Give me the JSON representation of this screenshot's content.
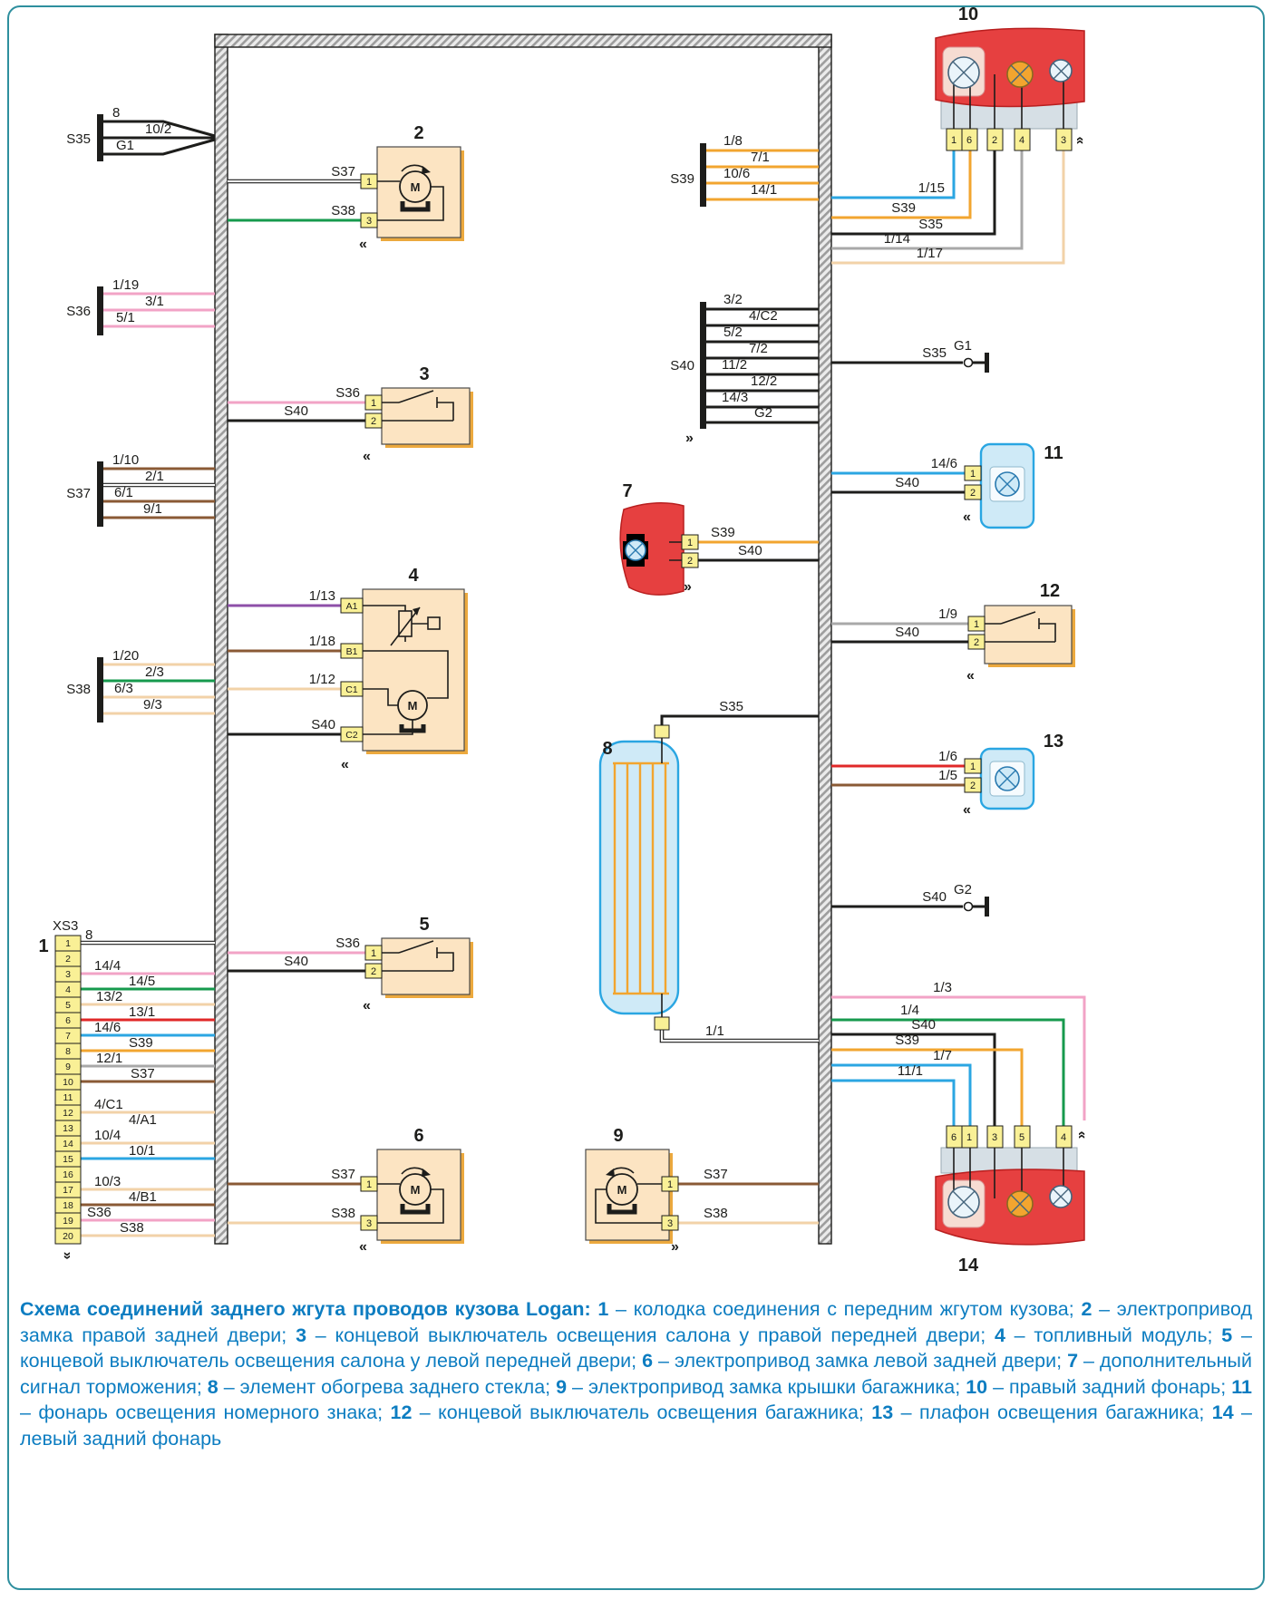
{
  "colors": {
    "frame": "#2e8f9e",
    "caption_text": "#0d7dc1",
    "wire_black": "#1d1d1b",
    "wire_pink": "#f2a3c6",
    "wire_green": "#169a4d",
    "wire_beige": "#f2d2a8",
    "wire_orange": "#f2a52f",
    "wire_blue": "#2ba6e2",
    "wire_red": "#e02828",
    "wire_brown": "#8a5a35",
    "wire_gray": "#a8a8a8",
    "wire_purple": "#8d4fa8",
    "component_fill": "#fce4c2",
    "pin_fill": "#f9f096",
    "lamp_box_fill": "#cfeaf7",
    "tail_light_red": "#e64040"
  },
  "sym": {
    "l": "«",
    "r": "»",
    "m": "M"
  },
  "left_connectors": {
    "s35": {
      "label": "S35",
      "pins": [
        "8",
        "10/2",
        "G1"
      ]
    },
    "s36": {
      "label": "S36",
      "pins": [
        "1/19",
        "3/1",
        "5/1"
      ]
    },
    "s37": {
      "label": "S37",
      "pins": [
        "1/10",
        "2/1",
        "6/1",
        "9/1"
      ]
    },
    "s38": {
      "label": "S38",
      "pins": [
        "1/20",
        "2/3",
        "6/3",
        "9/3"
      ]
    }
  },
  "xs3": {
    "number": "1",
    "label": "XS3",
    "pins": [
      "1",
      "2",
      "3",
      "4",
      "5",
      "6",
      "7",
      "8",
      "9",
      "10",
      "11",
      "12",
      "13",
      "14",
      "15",
      "16",
      "17",
      "18",
      "19",
      "20"
    ],
    "wires": [
      "8",
      "",
      "14/4",
      "14/5",
      "13/2",
      "13/1",
      "14/6",
      "S39",
      "12/1",
      "S37",
      "",
      "4/C1",
      "4/A1",
      "10/4",
      "10/1",
      "",
      "10/3",
      "4/B1",
      "S36",
      "S38"
    ]
  },
  "c2": {
    "number": "2",
    "pin_top": "1",
    "pin_bot": "3",
    "wire_top": "S37",
    "wire_bot": "S38"
  },
  "c3": {
    "number": "3",
    "pin_top": "1",
    "pin_bot": "2",
    "wire_top": "S36",
    "wire_bot": "S40"
  },
  "c4": {
    "number": "4",
    "pins": [
      "A1",
      "B1",
      "C1",
      "C2"
    ],
    "wires": [
      "1/13",
      "1/18",
      "1/12",
      "S40"
    ]
  },
  "c5": {
    "number": "5",
    "pin_top": "1",
    "pin_bot": "2",
    "wire_top": "S36",
    "wire_bot": "S40"
  },
  "c6": {
    "number": "6",
    "pin_top": "1",
    "pin_bot": "3",
    "wire_top": "S37",
    "wire_bot": "S38"
  },
  "c7": {
    "number": "7",
    "pin_top": "1",
    "pin_bot": "2",
    "wire_top": "S39",
    "wire_bot": "S40"
  },
  "c8": {
    "number": "8",
    "wire_top": "S35",
    "wire_bot": "1/1"
  },
  "c9": {
    "number": "9",
    "pin_top": "1",
    "pin_bot": "3",
    "wire_top": "S37",
    "wire_bot": "S38"
  },
  "s39c": {
    "label": "S39",
    "pins": [
      "1/8",
      "7/1",
      "10/6",
      "14/1"
    ]
  },
  "s40c": {
    "label": "S40",
    "pins": [
      "3/2",
      "4/C2",
      "5/2",
      "7/2",
      "11/2",
      "12/2",
      "14/3",
      "G2"
    ]
  },
  "c10": {
    "number": "10",
    "wires": [
      "1/15",
      "S39",
      "S35",
      "1/14",
      "1/17"
    ],
    "pins": [
      "1",
      "6",
      "2",
      "4",
      "3"
    ]
  },
  "g1": {
    "wire": "S35",
    "label": "G1"
  },
  "c11": {
    "number": "11",
    "pin_top": "1",
    "pin_bot": "2",
    "wire_top": "14/6",
    "wire_bot": "S40"
  },
  "c12": {
    "number": "12",
    "pin_top": "1",
    "pin_bot": "2",
    "wire_top": "1/9",
    "wire_bot": "S40"
  },
  "c13": {
    "number": "13",
    "pin_top": "1",
    "pin_bot": "2",
    "wire_top": "1/6",
    "wire_bot": "1/5"
  },
  "g2": {
    "wire": "S40",
    "label": "G2"
  },
  "c14": {
    "number": "14",
    "wires": [
      "1/3",
      "1/4",
      "S40",
      "S39",
      "1/7",
      "11/1"
    ],
    "pins": [
      "6",
      "1",
      "3",
      "5",
      "4"
    ]
  },
  "caption": {
    "segments": [
      {
        "b": 1,
        "t": "Схема соединений заднего жгута проводов кузова Logan: "
      },
      {
        "b": 1,
        "t": "1"
      },
      {
        "b": 0,
        "t": " – колодка соединения с передним жгутом кузова; "
      },
      {
        "b": 1,
        "t": "2"
      },
      {
        "b": 0,
        "t": " – электропривод замка правой задней двери; "
      },
      {
        "b": 1,
        "t": "3"
      },
      {
        "b": 0,
        "t": " – концевой выключатель освещения салона у правой передней двери; "
      },
      {
        "b": 1,
        "t": "4"
      },
      {
        "b": 0,
        "t": " – топливный модуль; "
      },
      {
        "b": 1,
        "t": "5"
      },
      {
        "b": 0,
        "t": " – концевой выключатель освещения салона у левой передней двери; "
      },
      {
        "b": 1,
        "t": "6"
      },
      {
        "b": 0,
        "t": " – электропривод замка левой задней двери; "
      },
      {
        "b": 1,
        "t": "7"
      },
      {
        "b": 0,
        "t": " – дополнительный сигнал торможения; "
      },
      {
        "b": 1,
        "t": "8"
      },
      {
        "b": 0,
        "t": " – элемент обогрева заднего стекла; "
      },
      {
        "b": 1,
        "t": "9"
      },
      {
        "b": 0,
        "t": " – электропривод замка крышки багажника; "
      },
      {
        "b": 1,
        "t": "10"
      },
      {
        "b": 0,
        "t": " – правый задний фонарь; "
      },
      {
        "b": 1,
        "t": "11"
      },
      {
        "b": 0,
        "t": " – фонарь освещения номерного знака; "
      },
      {
        "b": 1,
        "t": "12"
      },
      {
        "b": 0,
        "t": " – концевой выключатель освещения багажника; "
      },
      {
        "b": 1,
        "t": "13"
      },
      {
        "b": 0,
        "t": " – плафон освещения багажника; "
      },
      {
        "b": 1,
        "t": "14"
      },
      {
        "b": 0,
        "t": " – левый задний фонарь"
      }
    ]
  }
}
